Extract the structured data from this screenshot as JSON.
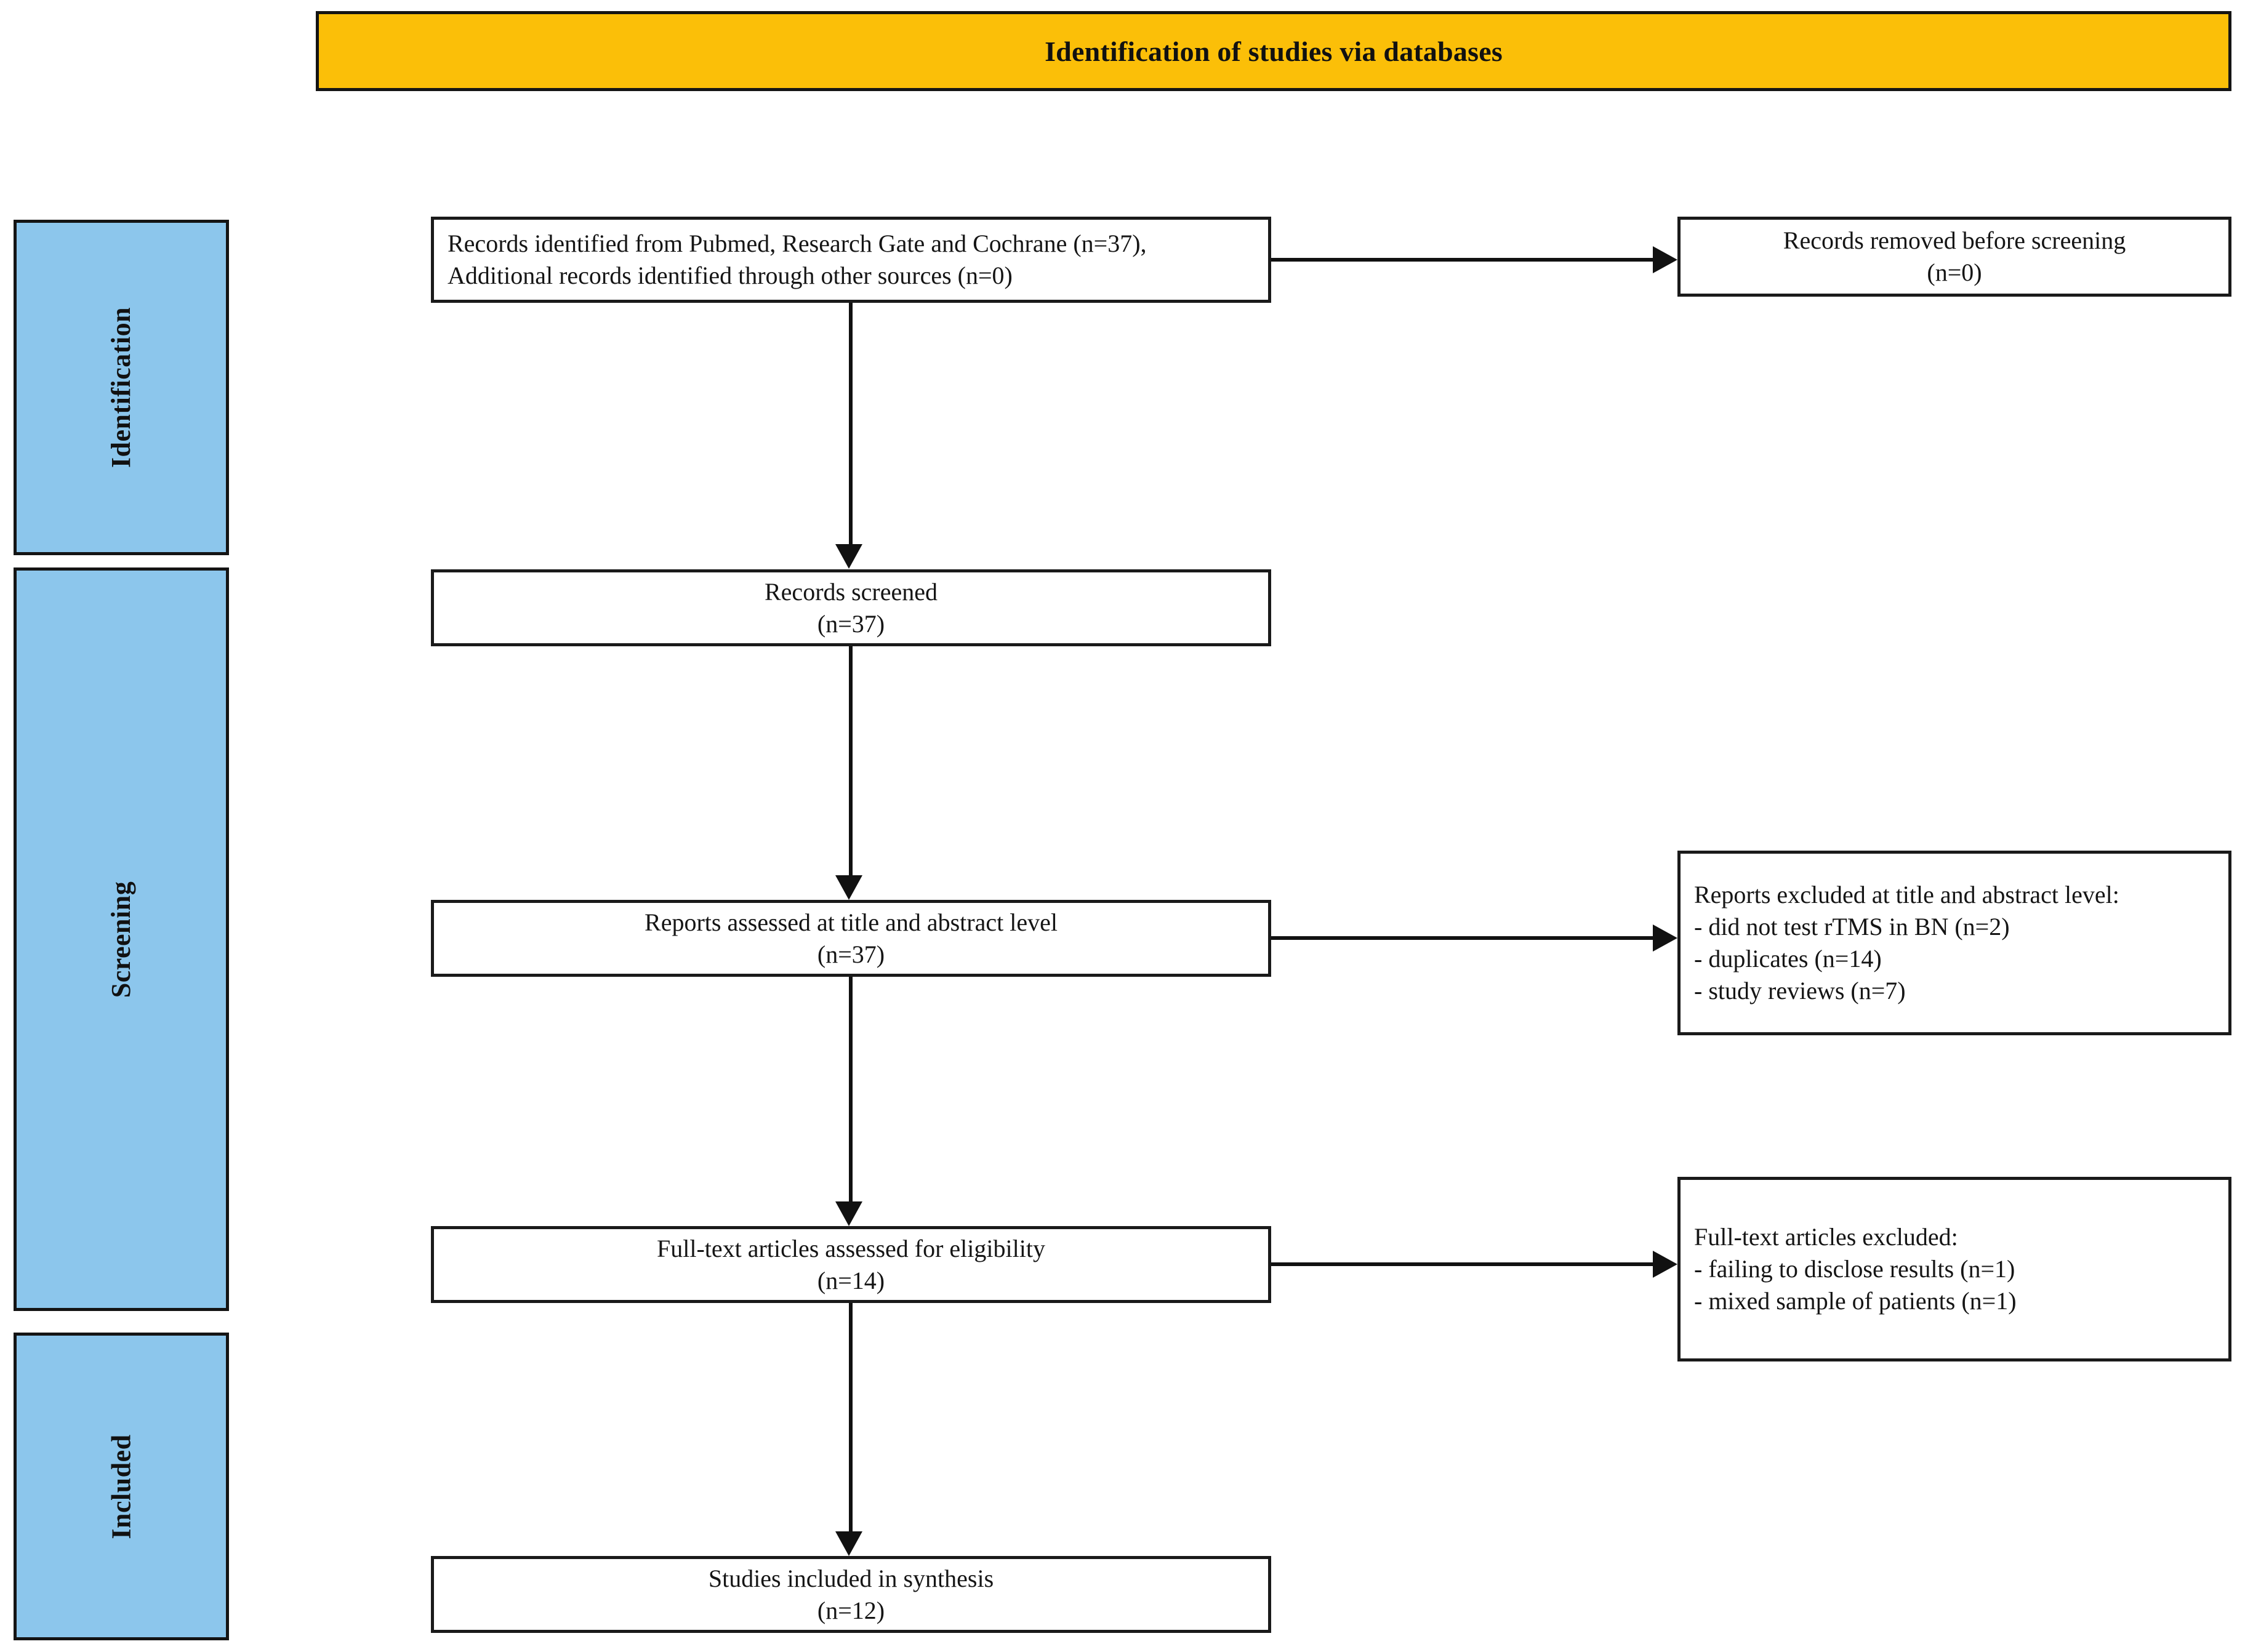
{
  "header": {
    "title": "Identification of studies via databases",
    "background_color": "#FBBF08"
  },
  "stages": {
    "background_color": "#8CC6EC",
    "items": [
      {
        "label": "Identification"
      },
      {
        "label": "Screening"
      },
      {
        "label": "Included"
      }
    ]
  },
  "flow": {
    "identified": "Records identified from Pubmed, Research Gate and Cochrane (n=37),\nAdditional records identified through other sources (n=0)",
    "removed": "Records removed before screening\n(n=0)",
    "screened": "Records screened\n(n=37)",
    "assessed_title_abstract": "Reports assessed at title and abstract level\n(n=37)",
    "excluded_title_abstract": "Reports excluded at title and abstract level:\n- did not test rTMS in BN (n=2)\n- duplicates (n=14)\n- study reviews (n=7)",
    "fulltext_assessed": "Full-text articles assessed for eligibility\n(n=14)",
    "fulltext_excluded": "Full-text articles excluded:\n- failing to disclose results (n=1)\n- mixed sample of patients (n=1)",
    "included": "Studies included in synthesis\n(n=12)"
  },
  "counts": {
    "records_identified": 37,
    "additional_records": 0,
    "records_removed": 0,
    "records_screened": 37,
    "reports_assessed_title_abstract": 37,
    "excluded_did_not_test_rtms": 2,
    "excluded_duplicates": 14,
    "excluded_study_reviews": 7,
    "fulltext_assessed": 14,
    "excluded_failing_disclose_results": 1,
    "excluded_mixed_sample": 1,
    "studies_included": 12
  }
}
